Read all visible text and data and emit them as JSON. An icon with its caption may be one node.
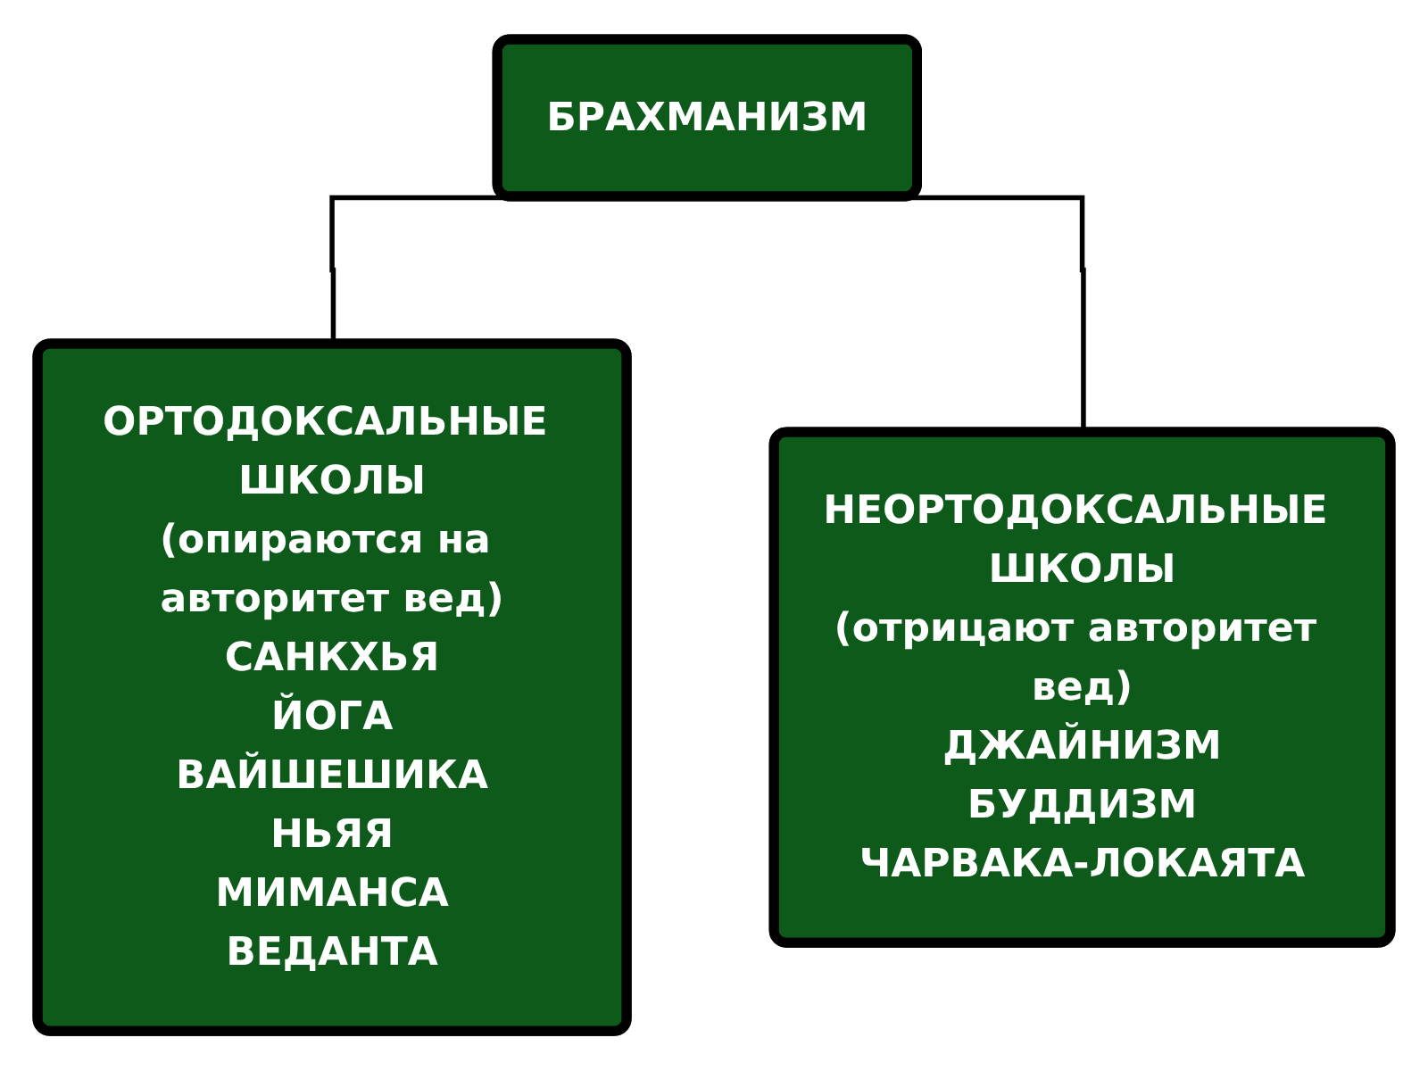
{
  "diagram": {
    "nodes": [
      {
        "text": [
          "БРАХМАНИЗМ"
        ]
      },
      {
        "text": [
          "ОРТОДОКСАЛЬНЫЕ ШКОЛЫ",
          "(опираются на авторитет вед)",
          "САНКХЬЯ",
          "ЙОГА",
          "ВАЙШЕШИКА",
          "НЬЯЯ",
          "МИМАНСА",
          "ВЕДАНТА"
        ]
      },
      {
        "text": [
          "НЕОРТОДОКСАЛЬНЫЕ ШКОЛЫ",
          "(отрицают авторитет вед)",
          "ДЖАЙНИЗМ",
          "БУДДИЗМ",
          "ЧАРВАКА-ЛОКАЯТА"
        ]
      }
    ],
    "edges": [
      {
        "from": 0,
        "to": 1,
        "arrow": "none"
      },
      {
        "from": 0,
        "to": 2,
        "arrow": "none"
      }
    ]
  }
}
